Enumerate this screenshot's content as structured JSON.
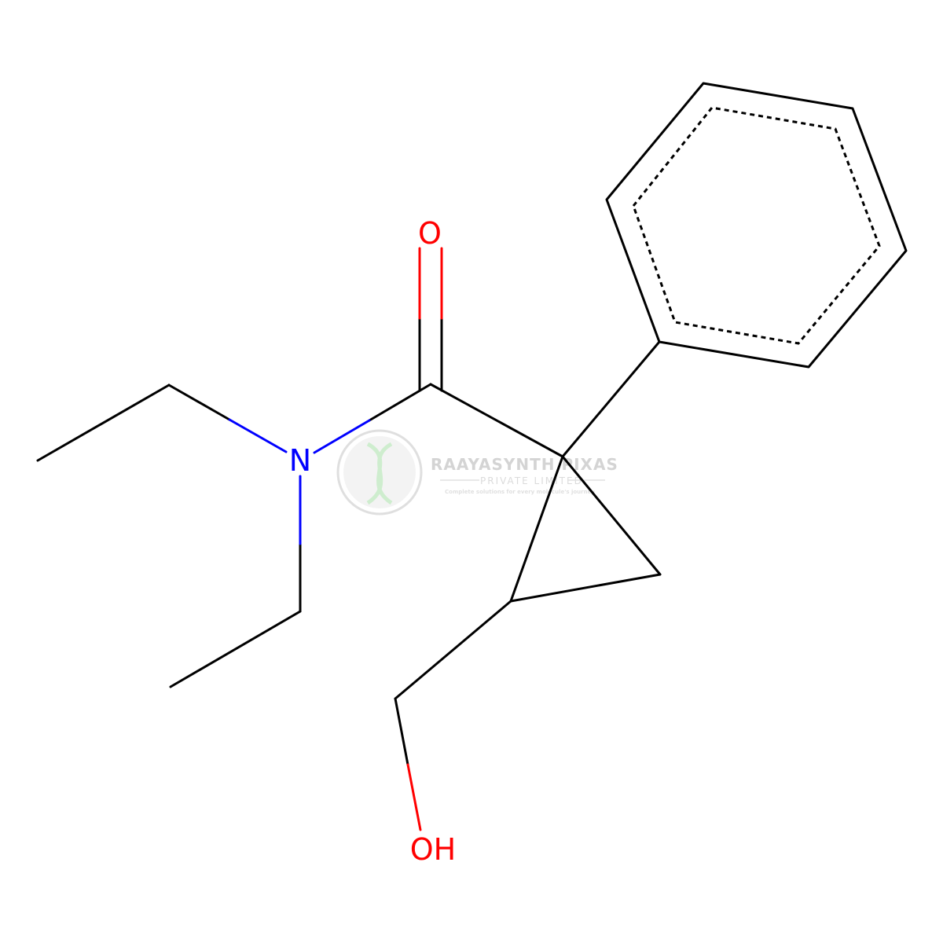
{
  "molecule": {
    "atoms": {
      "oxygen_carbonyl": "O",
      "nitrogen": "N",
      "hydroxyl": "OH"
    },
    "colors": {
      "bond": "#000000",
      "oxygen": "#ff0000",
      "nitrogen": "#0000ff"
    }
  },
  "watermark": {
    "title": "RAAYASYNTH  PIXAS",
    "subtitle": "PRIVATE LIMITED",
    "tagline": "Complete solutions for every molecule's journey",
    "color": "#d4d4d4",
    "accent": "#b9e6b9"
  }
}
